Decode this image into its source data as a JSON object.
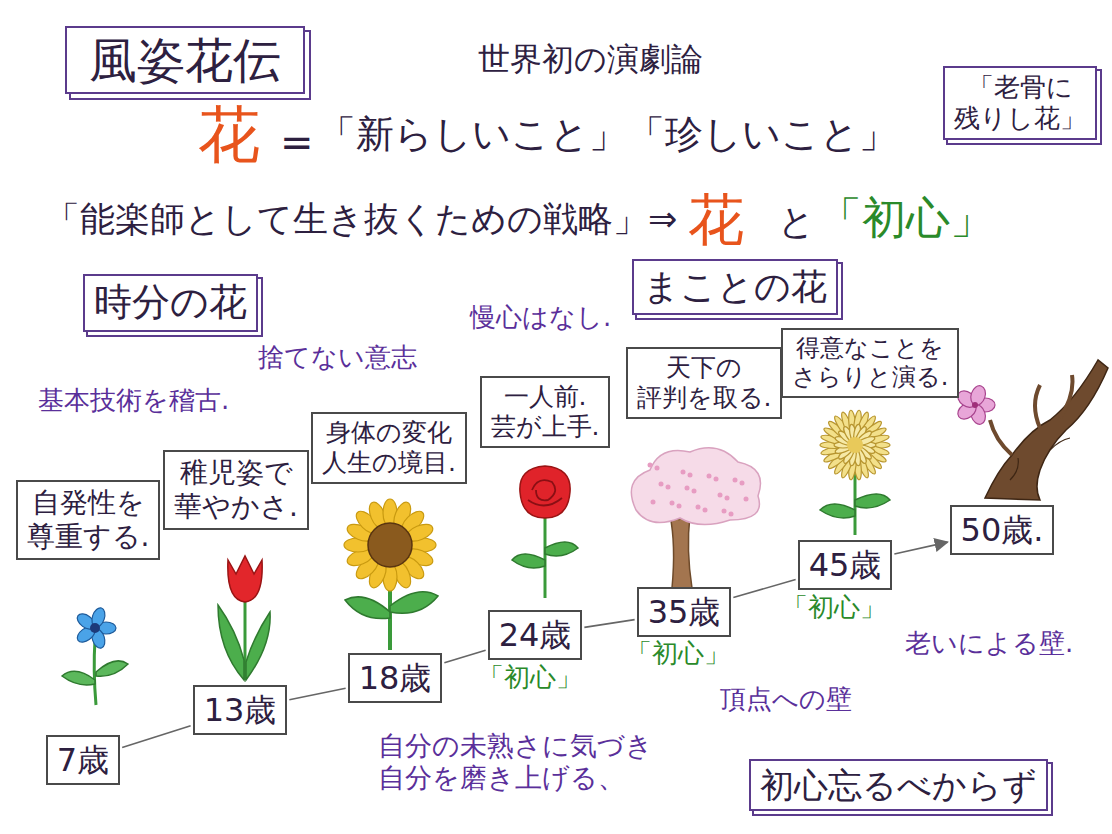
{
  "diagram": {
    "title": "風姿花伝",
    "nodes": [
      {
        "text": [
          "時分の花"
        ]
      },
      {
        "text": [
          "まことの花"
        ]
      },
      {
        "text": [
          "「老骨に 残りし花」"
        ]
      },
      {
        "text": [
          "自発性を 尊重する."
        ]
      },
      {
        "text": [
          "稚児姿で 華やかさ."
        ]
      },
      {
        "text": [
          "身体の変化 人生の境目."
        ]
      },
      {
        "text": [
          "一人前. 芸が上手."
        ]
      },
      {
        "text": [
          "天下の 評判を取る."
        ]
      },
      {
        "text": [
          "得意なことを さらりと演る."
        ]
      },
      {
        "text": [
          "7歳"
        ]
      },
      {
        "text": [
          "13歳"
        ]
      },
      {
        "text": [
          "18歳"
        ]
      },
      {
        "text": [
          "24歳"
        ]
      },
      {
        "text": [
          "35歳"
        ]
      },
      {
        "text": [
          "45歳"
        ]
      },
      {
        "text": [
          "50歳."
        ]
      },
      {
        "text": [
          "初心忘るべからず"
        ]
      }
    ],
    "edges": [
      {
        "from": 9,
        "to": 10,
        "arrow": "none"
      },
      {
        "from": 10,
        "to": 11,
        "arrow": "none"
      },
      {
        "from": 11,
        "to": 12,
        "arrow": "none"
      },
      {
        "from": 12,
        "to": 13,
        "arrow": "none"
      },
      {
        "from": 13,
        "to": 14,
        "arrow": "none"
      },
      {
        "from": 14,
        "to": 15,
        "arrow": "to"
      }
    ],
    "labels": [
      "世界初の演劇論",
      "花",
      "=",
      "「新らしいこと」「珍しいこと」",
      "「能楽師として生き抜くための戦略」⇒",
      "花",
      "と",
      "「初心」",
      "基本技術を稽古.",
      "捨てない意志",
      "慢心はなし.",
      "「初心」",
      "「初心」",
      "「初心」",
      "老いによる壁.",
      "頂点への壁",
      "自分の未熟さに気づき 自分を磨き上げる、"
    ]
  }
}
